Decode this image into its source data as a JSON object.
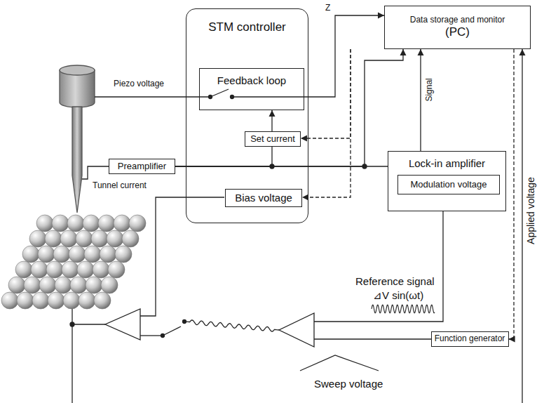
{
  "diagram": {
    "nodes": [
      {
        "text": [
          "STM controller"
        ]
      },
      {
        "text": [
          "Feedback loop"
        ],
        "in": 0
      },
      {
        "text": [
          "Set current"
        ],
        "in": 0
      },
      {
        "text": [
          "Bias voltage"
        ],
        "in": 0
      },
      {
        "text": [
          "Data storage and monitor",
          "(PC)"
        ]
      },
      {
        "text": [
          "Preamplifier"
        ]
      },
      {
        "text": [
          "Lock-in amplifier"
        ]
      },
      {
        "text": [
          "Modulation voltage"
        ],
        "in": 6
      },
      {
        "text": [
          "Function generator"
        ]
      }
    ],
    "edges": [
      {
        "from": 1,
        "to": 4,
        "arrow": "to",
        "label": "Z"
      },
      {
        "from": 4,
        "to": 2,
        "arrow": "to"
      },
      {
        "from": 4,
        "to": 3,
        "arrow": "to"
      },
      {
        "from": 2,
        "to": 1,
        "arrow": "to"
      },
      {
        "from": 5,
        "to": 2,
        "arrow": "none"
      },
      {
        "from": 5,
        "to": 6,
        "arrow": "none"
      },
      {
        "from": 5,
        "to": 4,
        "arrow": "to"
      },
      {
        "from": 6,
        "to": 4,
        "arrow": "to",
        "label": "Signal"
      },
      {
        "from": 4,
        "to": 8,
        "arrow": "to"
      }
    ],
    "labels": [
      "Piezo voltage",
      "Tunnel current",
      "Reference signal",
      "⊿V sin(ωt)",
      "Sweep voltage",
      "Applied voltage"
    ]
  }
}
